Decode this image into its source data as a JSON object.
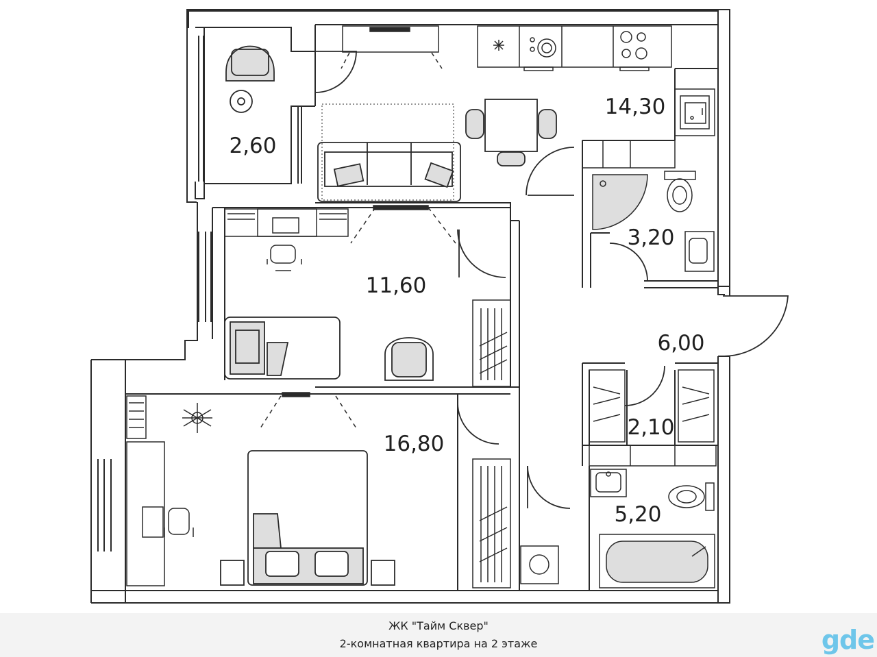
{
  "floorplan": {
    "rooms": [
      {
        "id": "balcony",
        "area": "2,60"
      },
      {
        "id": "kitchen-living",
        "area": "14,30"
      },
      {
        "id": "bathroom-1",
        "area": "3,20"
      },
      {
        "id": "bedroom-1",
        "area": "11,60"
      },
      {
        "id": "hallway",
        "area": "6,00"
      },
      {
        "id": "closet",
        "area": "2,10"
      },
      {
        "id": "bedroom-2",
        "area": "16,80"
      },
      {
        "id": "bathroom-2",
        "area": "5,20"
      }
    ]
  },
  "caption": {
    "project": "ЖК \"Тайм Сквер\"",
    "description": "2-комнатная квартира на 2 этаже"
  },
  "watermark": "gde",
  "colors": {
    "wall": "#2a2a2a",
    "furniture_fill": "#dedede",
    "caption_bg": "#f3f3f3",
    "watermark": "#6ec6ea"
  }
}
